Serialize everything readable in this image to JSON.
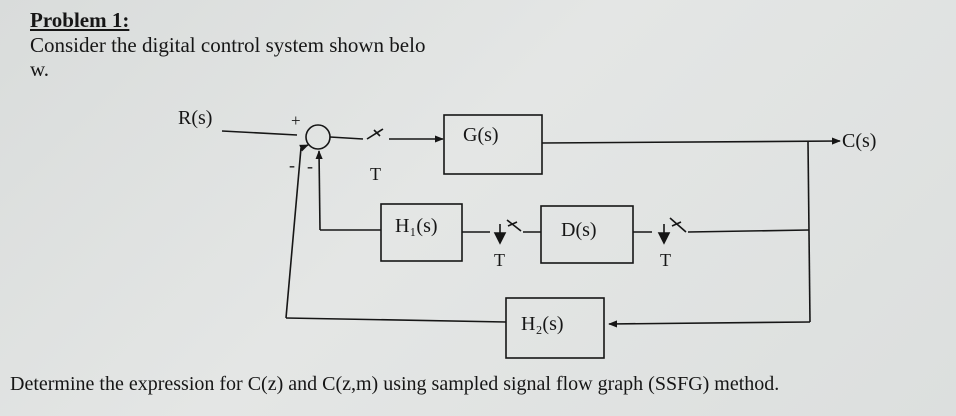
{
  "problem": {
    "heading": "Problem 1:",
    "intro_line1": "Consider the digital control system shown belo",
    "intro_line2": "w.",
    "question": "Determine the expression for C(z) and C(z,m)  using sampled signal flow graph (SSFG) method."
  },
  "diagram": {
    "input_label": "R(s)",
    "output_label": "C(s)",
    "sum_plus": "+",
    "sum_minus": "-",
    "sum_minus2": "-",
    "sampler_label": "T",
    "blocks": {
      "g": "G(s)",
      "h1": "H₁(s)",
      "d": "D(s)",
      "h2": "H₂(s)"
    }
  }
}
